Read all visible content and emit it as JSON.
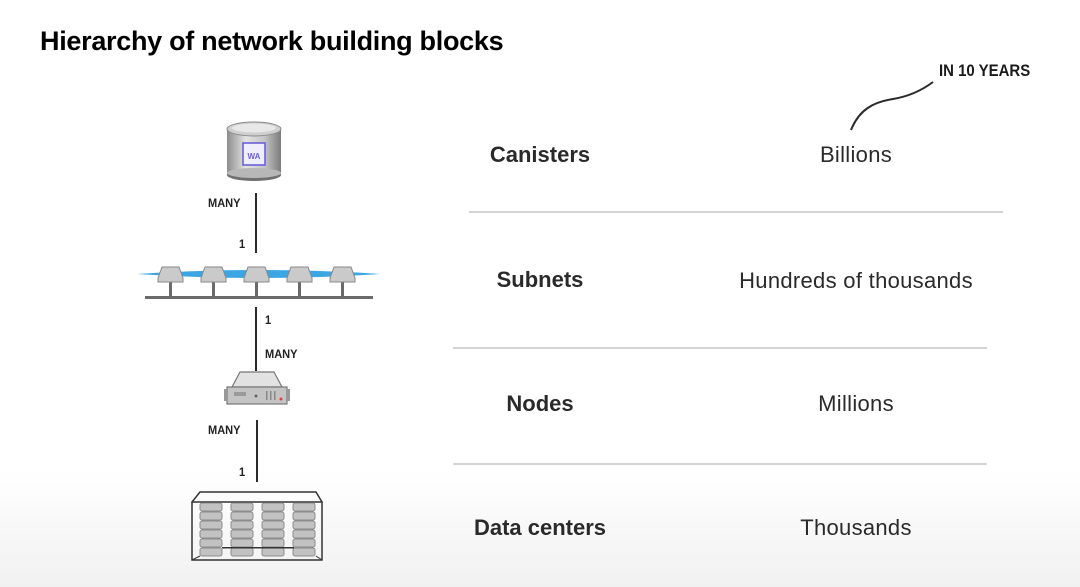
{
  "title": "Hierarchy of network building blocks",
  "annotation": "IN 10 YEARS",
  "rows": [
    {
      "name": "Canisters",
      "count": "Billions",
      "icon": "canister-icon"
    },
    {
      "name": "Subnets",
      "count": "Hundreds of thousands",
      "icon": "subnet-icon"
    },
    {
      "name": "Nodes",
      "count": "Millions",
      "icon": "node-server-icon"
    },
    {
      "name": "Data centers",
      "count": "Thousands",
      "icon": "data-center-icon"
    }
  ],
  "relations": [
    {
      "upper": "MANY",
      "lower": "1"
    },
    {
      "upper": "1",
      "lower": "MANY"
    },
    {
      "upper": "MANY",
      "lower": "1"
    }
  ],
  "canister_badge": "WA",
  "colors": {
    "subnet_accent": "#3ba6e3",
    "canister_badge": "#6b5fd8",
    "text": "#2a2a2a"
  }
}
